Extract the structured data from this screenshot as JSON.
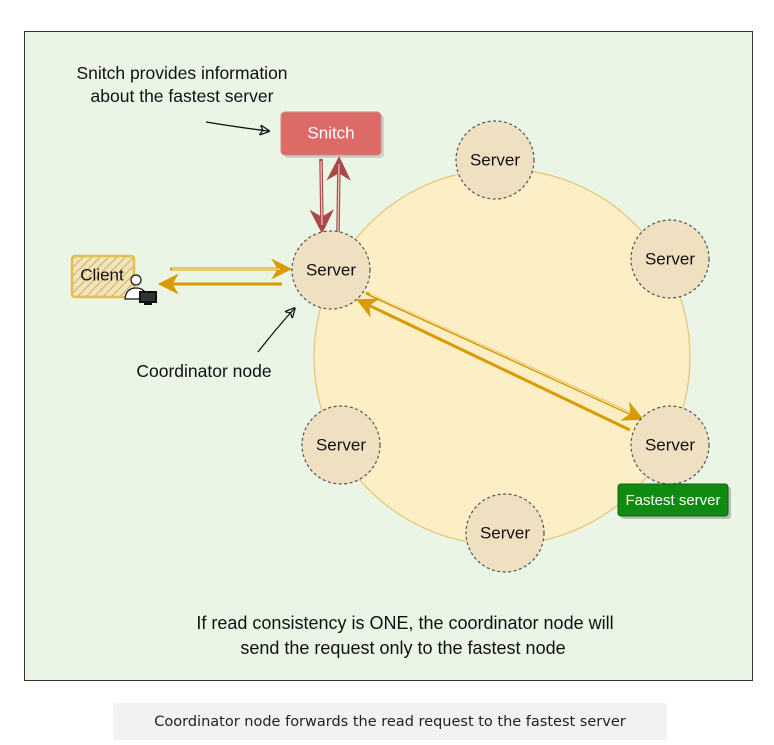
{
  "diagram": {
    "background_color": "#eaf5e6",
    "ring_color": "#fdefc5",
    "node_color": "#efe0c2",
    "arrow_color": "#d99a00",
    "snitch_color": "#dc6b67",
    "fastest_color": "#118a11",
    "snitch_note_line1": "Snitch provides information",
    "snitch_note_line2": "about the fastest server",
    "snitch_label": "Snitch",
    "client_label": "Client",
    "coordinator_label": "Server",
    "coordinator_note": "Coordinator node",
    "servers": [
      {
        "id": "top",
        "label": "Server"
      },
      {
        "id": "upper-right",
        "label": "Server"
      },
      {
        "id": "right-fastest",
        "label": "Server"
      },
      {
        "id": "bottom",
        "label": "Server"
      },
      {
        "id": "left",
        "label": "Server"
      }
    ],
    "fastest_label": "Fastest server",
    "footer_line1": "If read consistency is ONE, the coordinator node will",
    "footer_line2": "send the request only to the fastest node"
  },
  "caption": "Coordinator node forwards the read request to the fastest server"
}
